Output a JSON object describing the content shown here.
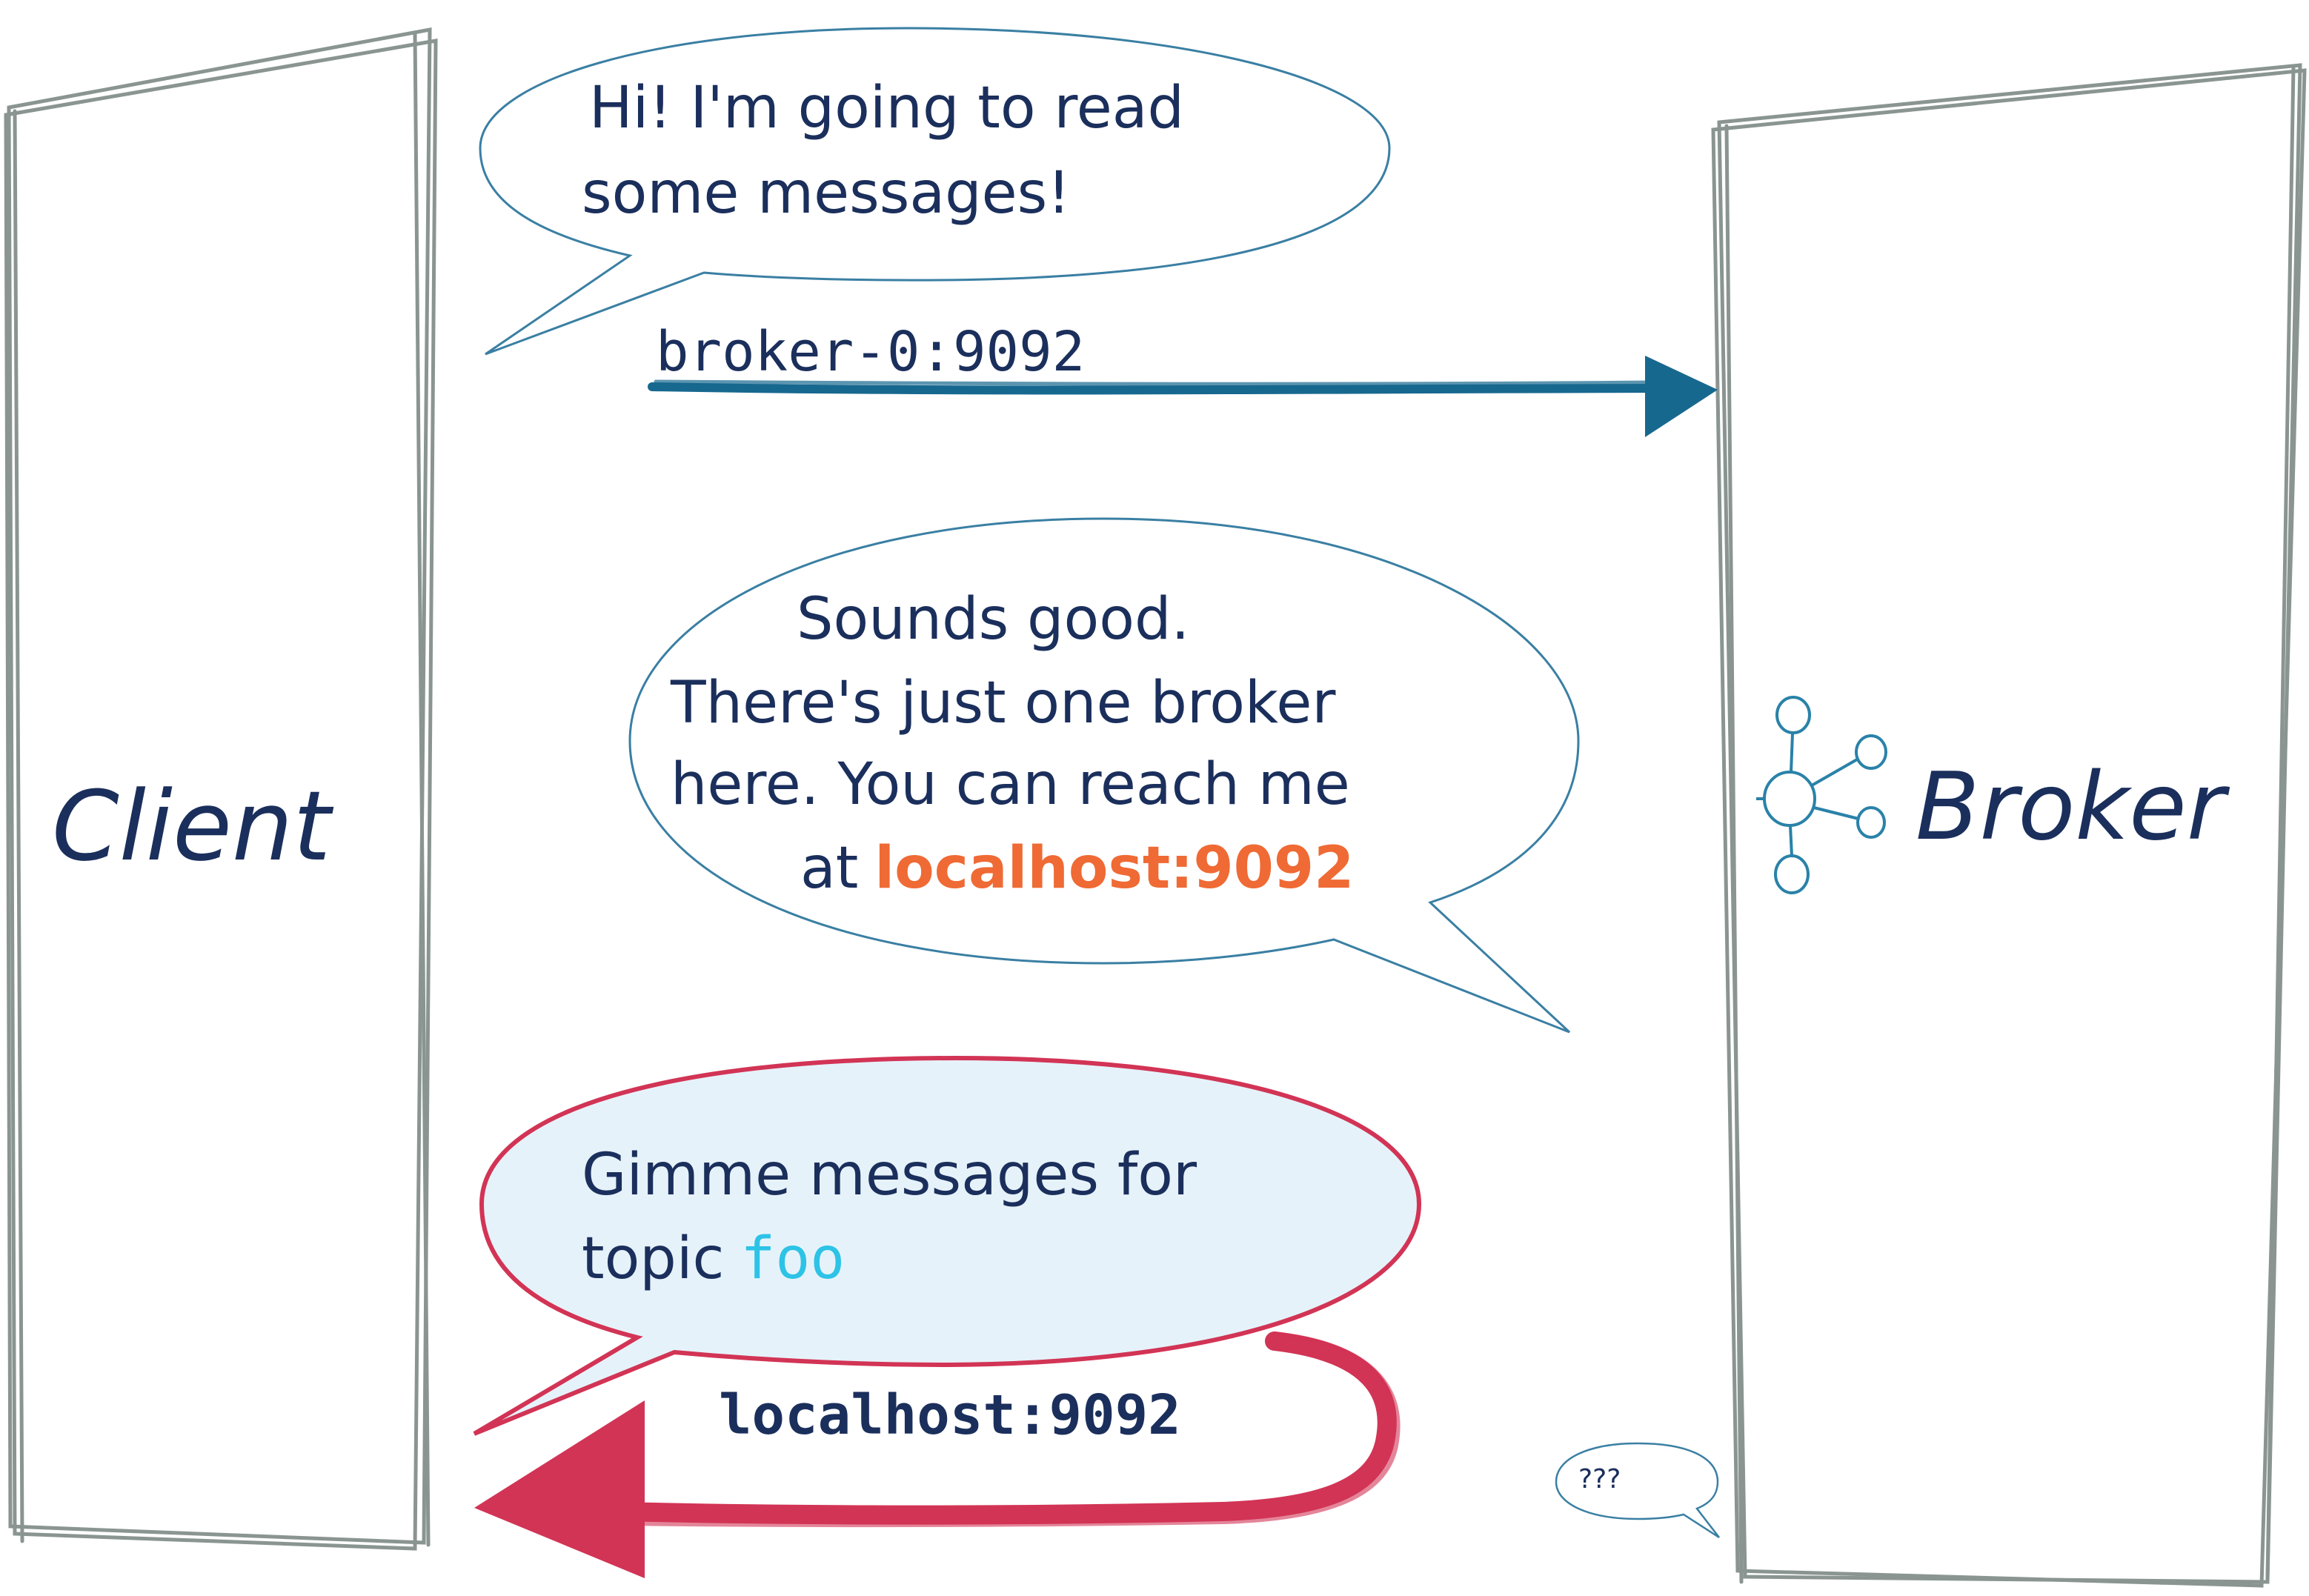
{
  "client": {
    "label": "Client"
  },
  "broker": {
    "label": "Broker",
    "icon": "kafka-broker-icon"
  },
  "bubble1": {
    "line1": "Hi! I'm going to read",
    "line2": "some messages!"
  },
  "request1": {
    "address": "broker-0:9092"
  },
  "bubble2": {
    "line1": "Sounds good.",
    "line2": "There's just one broker",
    "line3": "here. You can reach me",
    "line4_prefix": "at",
    "line4_address": "localhost:9092"
  },
  "bubble3": {
    "line1": "Gimme messages for",
    "line2_prefix": "topic",
    "line2_topic": "foo"
  },
  "request2": {
    "address": "localhost:9092"
  },
  "bubble4": {
    "text": "???"
  },
  "colors": {
    "ink": "#1b2f5c",
    "outline_gray": "#8a9591",
    "blue_arrow": "#17688f",
    "bubble_blue": "#3a7fa3",
    "red": "#d23455",
    "orange": "#ef6a34",
    "cyan": "#2cc3e6",
    "bubble_fill": "#e6f2fa"
  }
}
